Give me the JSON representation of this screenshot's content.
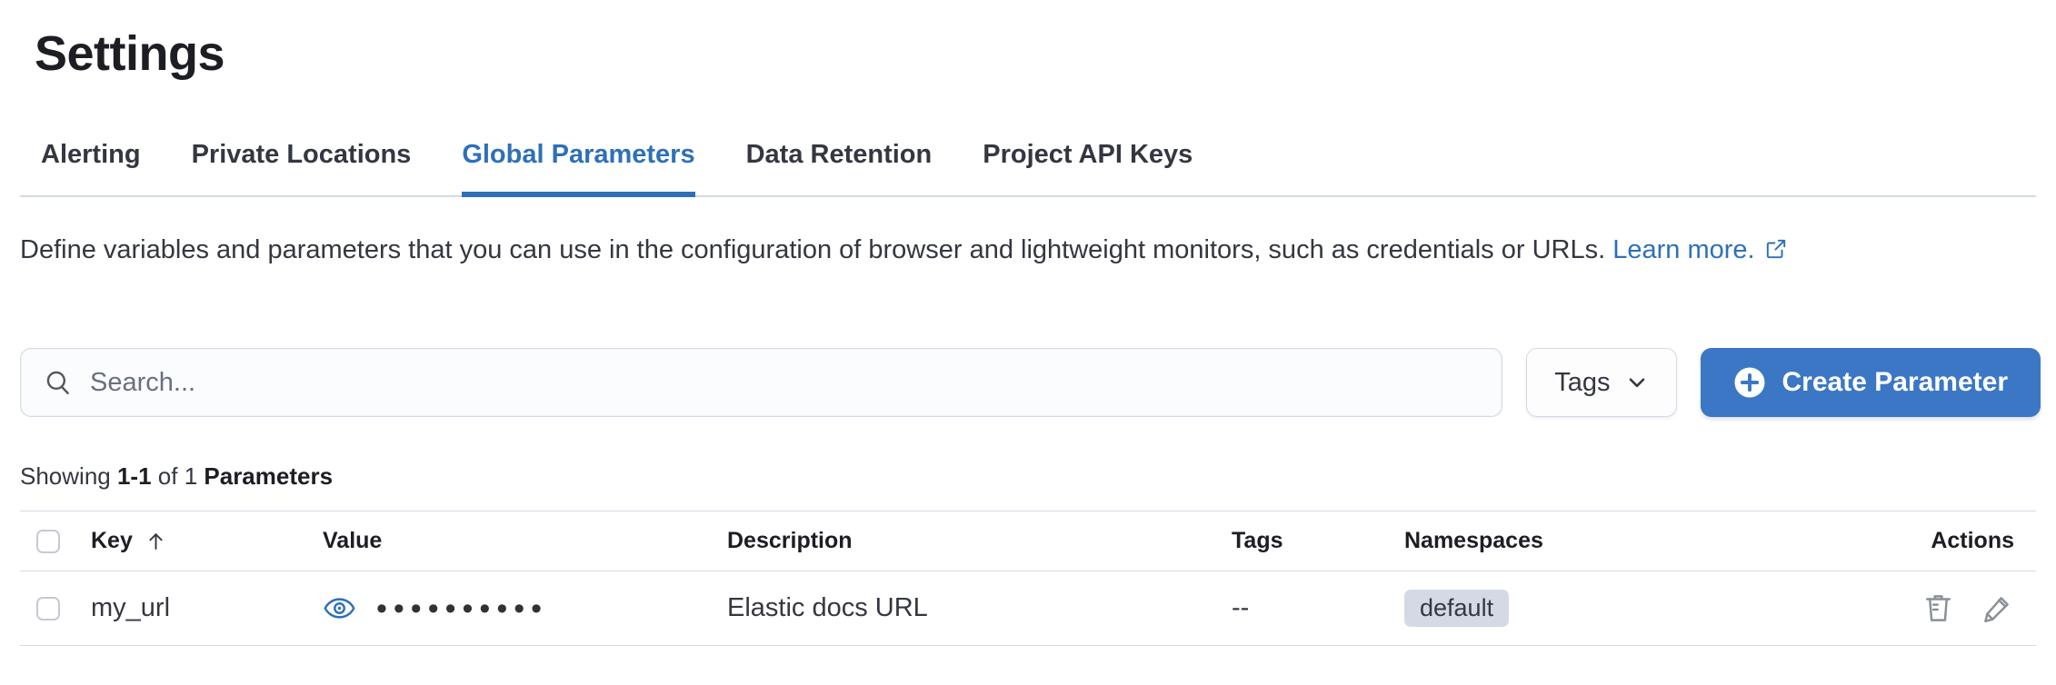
{
  "page": {
    "title": "Settings"
  },
  "tabs": [
    {
      "label": "Alerting"
    },
    {
      "label": "Private Locations"
    },
    {
      "label": "Global Parameters"
    },
    {
      "label": "Data Retention"
    },
    {
      "label": "Project API Keys"
    }
  ],
  "active_tab": "Global Parameters",
  "description": {
    "text": "Define variables and parameters that you can use in the configuration of browser and lightweight monitors, such as credentials or URLs.",
    "link_label": "Learn more."
  },
  "toolbar": {
    "search_placeholder": "Search...",
    "tags_filter_label": "Tags",
    "create_button_label": "Create Parameter"
  },
  "summary": {
    "showing_label": "Showing",
    "range": "1-1",
    "of_label": "of 1",
    "entity_label": "Parameters"
  },
  "table": {
    "headers": {
      "key": "Key",
      "value": "Value",
      "description": "Description",
      "tags": "Tags",
      "namespaces": "Namespaces",
      "actions": "Actions"
    },
    "rows": [
      {
        "key": "my_url",
        "masked_value": "••••••••••",
        "description": "Elastic docs URL",
        "tags": "--",
        "namespace": "default"
      }
    ]
  },
  "icons": {
    "search": "search-icon",
    "tags_chevron": "chevron-down-icon",
    "create_plus": "plus-circle-icon",
    "learn_more_external": "external-link-icon",
    "key_sort": "sort-arrow-up-icon",
    "value_reveal": "eye-icon",
    "delete": "trash-icon",
    "edit": "pencil-icon"
  },
  "colors": {
    "accent_blue": "#2e70b8",
    "button_blue": "#3b77c4",
    "border_gray": "#d3dae6",
    "badge_background": "#d4dae5",
    "text_dark": "#343741",
    "title_dark": "#1d1e24",
    "icon_gray": "#8a9098"
  }
}
